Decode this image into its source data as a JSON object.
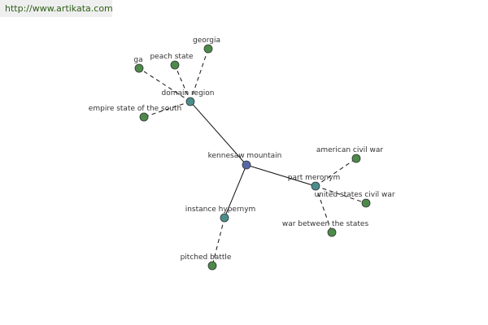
{
  "site": {
    "url": "http://www.artikata.com"
  },
  "colors": {
    "center_node": "#5566aa",
    "relation_node": "#4a8e8c",
    "leaf_node": "#4d8a4a",
    "edge": "#111111"
  },
  "graph": {
    "center": "kennesaw mountain",
    "relations": [
      {
        "label": "domain region",
        "terms": [
          "georgia",
          "peach state",
          "ga",
          "empire state of the south"
        ]
      },
      {
        "label": "part meronym",
        "terms": [
          "american civil war",
          "united states civil war",
          "war between the states"
        ]
      },
      {
        "label": "instance hypernym",
        "terms": [
          "pitched battle"
        ]
      }
    ]
  }
}
